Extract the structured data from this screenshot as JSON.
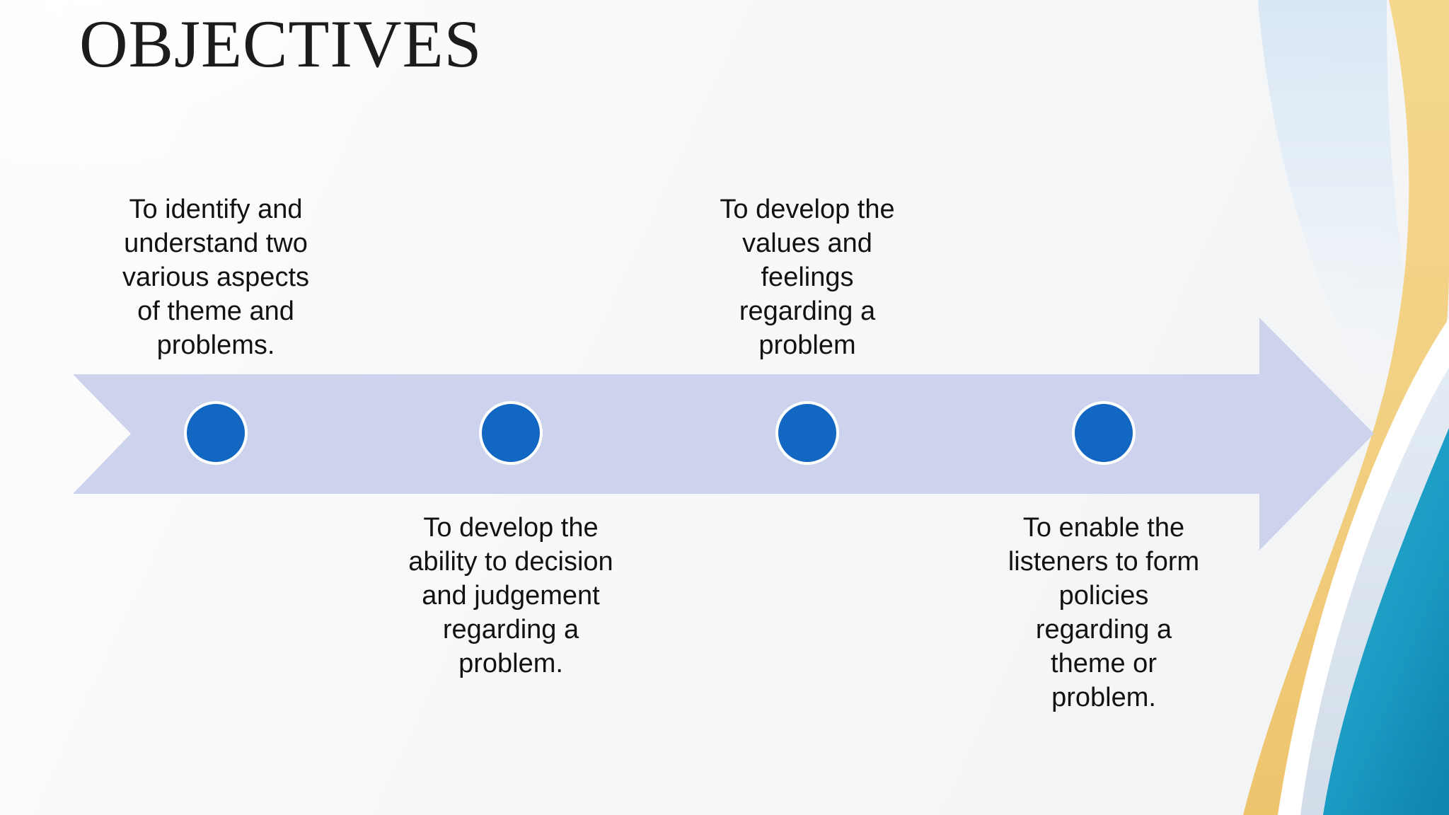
{
  "slide": {
    "title": "OBJECTIVES",
    "timeline": {
      "type": "horizontal-arrow-process",
      "direction": "left-to-right",
      "marker_count": 4,
      "steps": [
        {
          "id": 1,
          "label_position": "above",
          "text": "To identify and\nunderstand two\nvarious aspects\nof theme and\nproblems."
        },
        {
          "id": 2,
          "label_position": "below",
          "text": "To develop the\nability to decision\nand judgement\nregarding a\nproblem."
        },
        {
          "id": 3,
          "label_position": "above",
          "text": "To develop the\nvalues and\nfeelings\nregarding a\nproblem"
        },
        {
          "id": 4,
          "label_position": "below",
          "text": "To enable the\nlisteners to form\npolicies\nregarding a\ntheme or\nproblem."
        }
      ]
    },
    "colors": {
      "background": "#f6f7f9",
      "arrow_band": "#cdd3ec",
      "marker_blue": "#1267c2",
      "marker_ring": "#ffffff",
      "accent_pale_blue": "#d8e7f4",
      "accent_yellow_top": "#f5d88e",
      "accent_yellow_bottom": "#eec46d",
      "accent_gray_blue": "#dbe4ee",
      "accent_teal_light": "#27a7cc",
      "accent_teal_dark": "#0f84ae",
      "title_text": "#1c1c1c",
      "body_text": "#121212"
    }
  }
}
